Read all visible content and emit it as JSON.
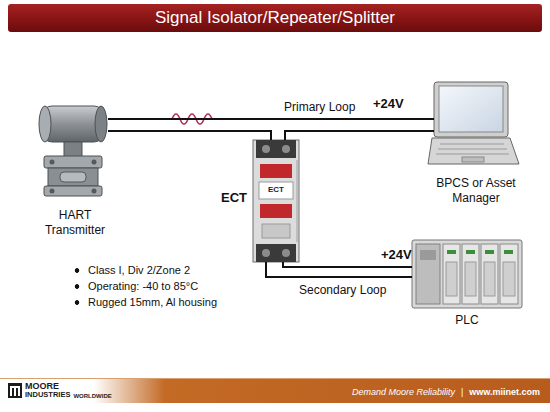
{
  "diagram": {
    "title": "Signal Isolator/Repeater/Splitter",
    "nodes": [
      {
        "text": [
          "HART Transmitter"
        ]
      },
      {
        "text": [
          "ECT"
        ]
      },
      {
        "text": [
          "BPCS or Asset Manager"
        ]
      },
      {
        "text": [
          "PLC"
        ]
      }
    ],
    "edges": [
      {
        "from": 0,
        "to": 1,
        "arrow": "none"
      },
      {
        "from": 1,
        "to": 2,
        "arrow": "none",
        "label": "Primary Loop"
      },
      {
        "from": 1,
        "to": 3,
        "arrow": "none",
        "label": "Secondary Loop"
      }
    ],
    "labels": [
      "+24V",
      "ECT",
      "+24V",
      "Class I, Div 2/Zone 2",
      "Operating: -40 to 85°C",
      "Rugged 15mm, Al housing",
      "MOORE",
      "INDUSTRIES",
      "WORLDWIDE",
      "Demand Moore Reliability",
      "|",
      "www.miinet.com"
    ]
  }
}
